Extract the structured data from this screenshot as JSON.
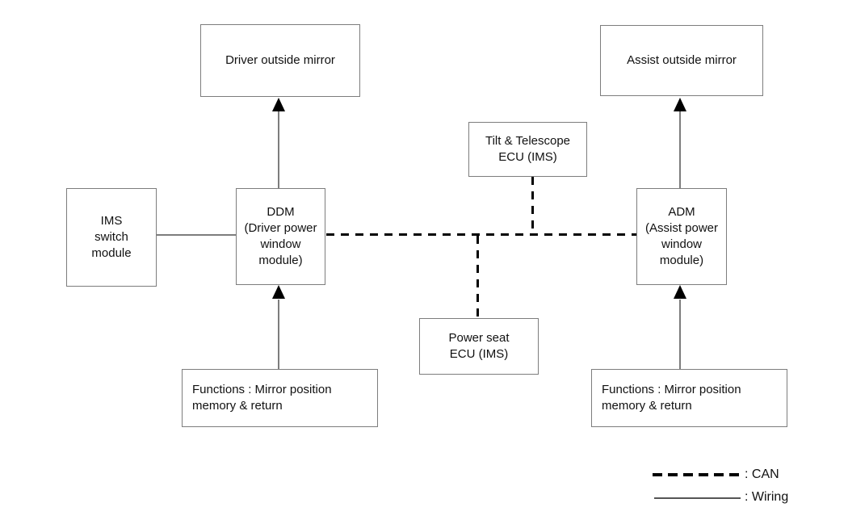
{
  "boxes": {
    "driver_outside_mirror": {
      "label": "Driver outside mirror"
    },
    "assist_outside_mirror": {
      "label": "Assist outside mirror"
    },
    "tilt_telescope_ecu": {
      "label": "Tilt & Telescope\nECU (IMS)"
    },
    "ims_switch_module": {
      "label": "IMS\nswitch\nmodule"
    },
    "ddm": {
      "label": "DDM\n(Driver power\nwindow\nmodule)"
    },
    "adm": {
      "label": "ADM\n(Assist power\nwindow\nmodule)"
    },
    "power_seat_ecu": {
      "label": "Power seat\nECU (IMS)"
    },
    "functions_left": {
      "label": "Functions : Mirror position\nmemory & return"
    },
    "functions_right": {
      "label": "Functions : Mirror position\nmemory & return"
    }
  },
  "legend": {
    "can_label": ": CAN",
    "wiring_label": ": Wiring"
  },
  "colors": {
    "background": "#ffffff",
    "box_border": "#7d7d7d",
    "wiring_line": "#7d7d7d",
    "can_line": "#000000",
    "arrowhead": "#000000",
    "text": "#111111"
  }
}
